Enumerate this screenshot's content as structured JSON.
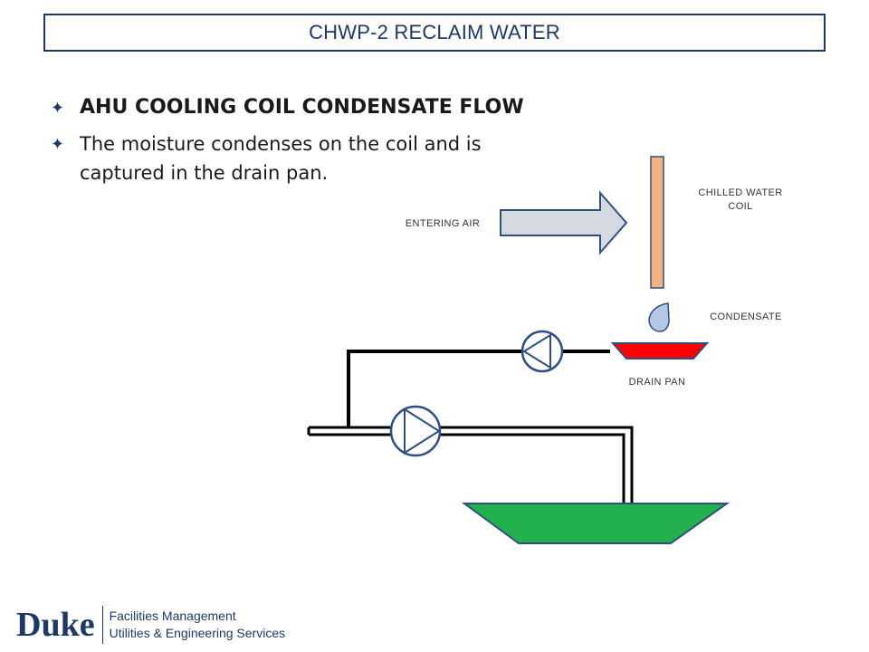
{
  "header": {
    "title": "CHWP-2 RECLAIM WATER"
  },
  "bullets": [
    {
      "text": "AHU COOLING COIL CONDENSATE FLOW"
    },
    {
      "text": "The moisture condenses on the coil and is captured in the drain pan."
    }
  ],
  "diagram": {
    "labels": {
      "entering_air": "ENTERING  AIR",
      "chilled_water_coil_line1": "CHILLED  WATER",
      "chilled_water_coil_line2": "COIL",
      "condensate": "CONDENSATE",
      "drain_pan": "DRAIN PAN"
    },
    "colors": {
      "arrow_fill": "#d4d9e2",
      "coil_fill": "#f4b183",
      "drop_fill": "#b4c7e7",
      "drain_pan_fill": "#ff0000",
      "tank_fill": "#22b14c",
      "outline": "#2f4f7f",
      "pipe": "#000000"
    },
    "icons": [
      "arrow-icon",
      "pump-icon",
      "water-drop-icon"
    ]
  },
  "footer": {
    "logo": "Duke",
    "line1": "Facilities Management",
    "line2": "Utilities & Engineering Services"
  }
}
